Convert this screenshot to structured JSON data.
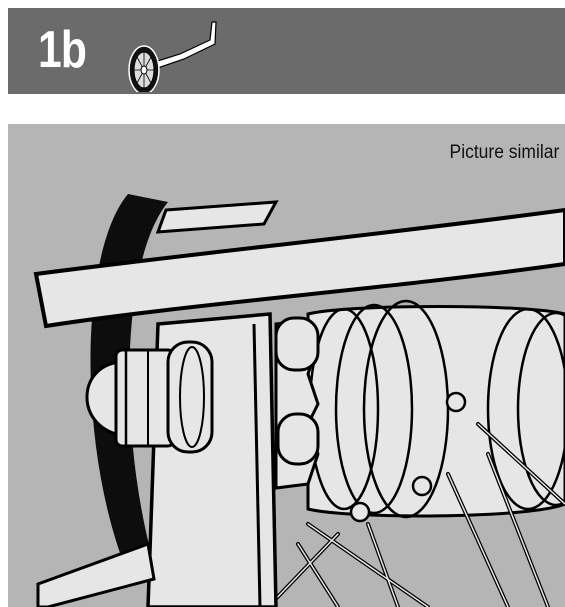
{
  "step": {
    "label": "1b",
    "icon": "training-wheel-icon"
  },
  "illustration": {
    "note": "Picture similar",
    "subject": "wheel-hub-assembly-illustration"
  },
  "colors": {
    "header_background": "#6b6b6b",
    "illustration_background": "#b5b5b5",
    "line": "#000000",
    "part_fill": "#e6e6e6"
  }
}
